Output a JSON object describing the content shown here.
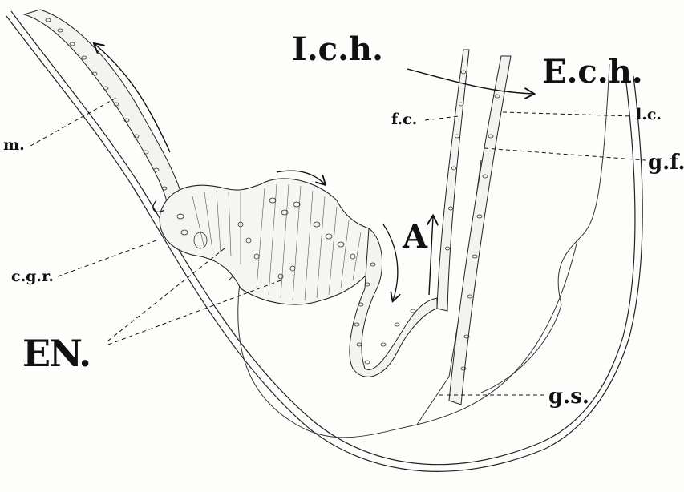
{
  "figure": {
    "labels": {
      "ich": "I.c.h.",
      "ech": "E.c.h.",
      "m": "m.",
      "fc": "f.c.",
      "lc": "l.c.",
      "gf": "g.f.",
      "cgr": "c.g.r.",
      "en": "EN.",
      "a": "A",
      "gs": "g.s."
    }
  }
}
